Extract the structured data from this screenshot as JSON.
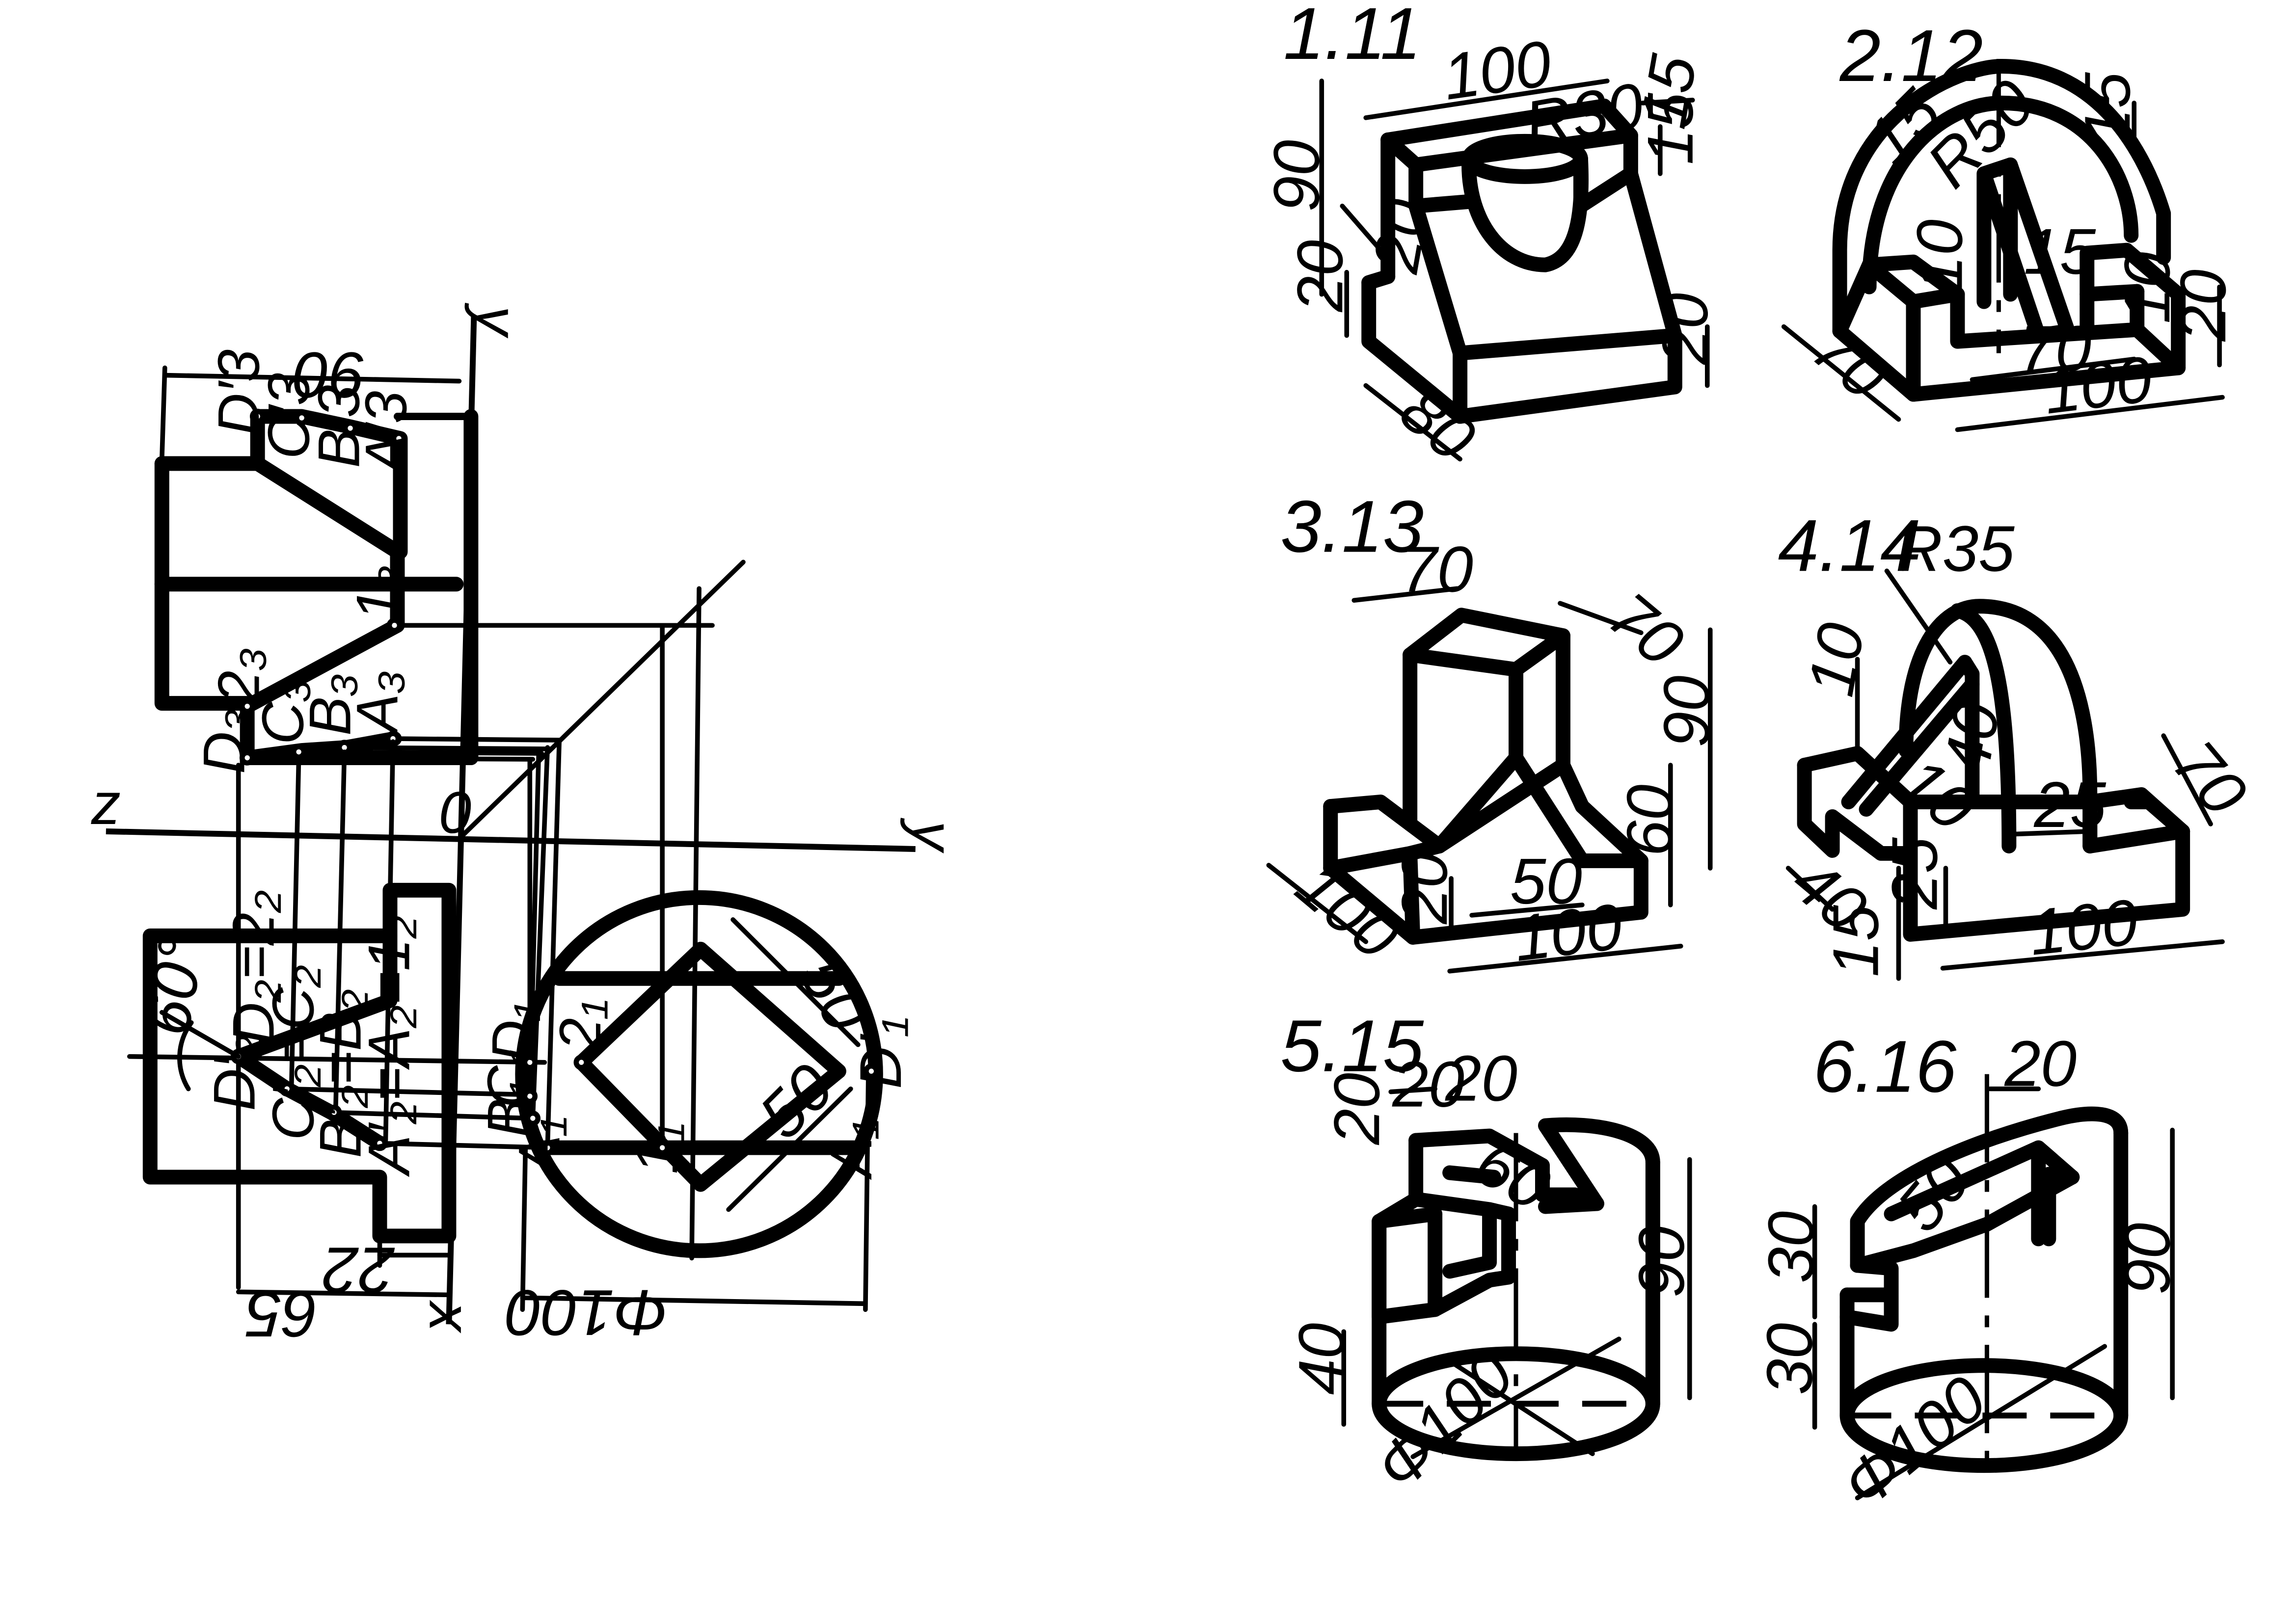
{
  "projection": {
    "axes": {
      "z": "z",
      "y_left": "y",
      "y_right": "y",
      "y_top": "y",
      "origin": "0",
      "x": "x"
    },
    "dims": {
      "top_width": "06",
      "d22": "22",
      "d65": "65",
      "phi100": "Φ100",
      "d50a": "50",
      "d50b": "50",
      "angle60": "60°"
    },
    "points": {
      "D3p": "D′3",
      "C3p": "C′3",
      "B3p": "B′3",
      "A3p": "A′3",
      "p13": "1₃",
      "p23": "2₃",
      "D3": "D₃",
      "C3": "C₃",
      "B3": "B₃",
      "A3": "A₃",
      "D2": "D₂=2₂",
      "D2p": "D′₂",
      "C2": "C′₂=C₂",
      "B2": "B′₂=B₂",
      "A2": "A′₂=A₂=1₂",
      "D1": "D₁",
      "p21": "2₁",
      "C1": "C₁",
      "B1": "B₁",
      "A1": "A₁",
      "p11": "1₁",
      "D1p": "D′₁",
      "A1p": "A₁"
    }
  },
  "models": [
    {
      "title": "1.11",
      "dims": [
        "100",
        "R30",
        "15",
        "15",
        "90",
        "20",
        "20",
        "20",
        "80"
      ]
    },
    {
      "title": "2.12",
      "dims": [
        "15",
        "R50",
        "15",
        "10",
        "15",
        "10",
        "20",
        "70",
        "70",
        "100"
      ]
    },
    {
      "title": "3.13",
      "dims": [
        "70",
        "70",
        "90",
        "60",
        "100",
        "20",
        "50",
        "100"
      ]
    },
    {
      "title": "4.14",
      "dims": [
        "R35",
        "10",
        "40",
        "10",
        "70",
        "25",
        "40",
        "25",
        "15",
        "100"
      ]
    },
    {
      "title": "5.15",
      "dims": [
        "20",
        "20",
        "20",
        "60",
        "90",
        "40",
        "Φ100"
      ]
    },
    {
      "title": "6.16",
      "dims": [
        "20",
        "50",
        "30",
        "30",
        "90",
        "Φ100"
      ]
    }
  ]
}
